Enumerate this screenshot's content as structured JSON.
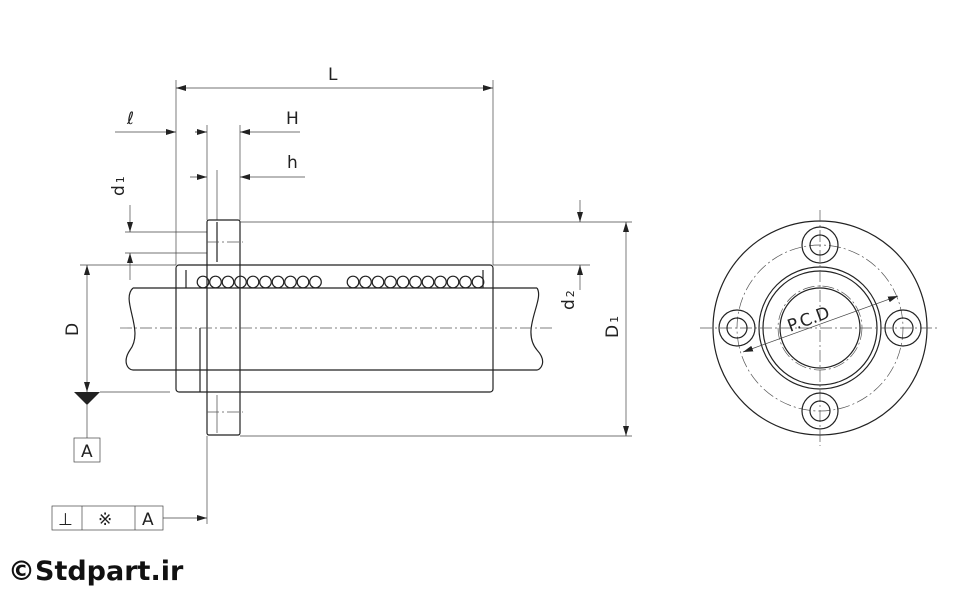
{
  "title": "Flanged linear ball bearing technical drawing",
  "dimensions": {
    "L": "L",
    "l": "ℓ",
    "H": "H",
    "h": "h",
    "d1": "d",
    "d1_sub": "1",
    "d2": "d",
    "d2_sub": "2",
    "D": "D",
    "D1": "D",
    "D1_sub": "1"
  },
  "datum": {
    "label": "A"
  },
  "tolerance_frame": {
    "symbol": "⊥",
    "tolerance": "※",
    "datum": "A"
  },
  "front_view": {
    "pcd_label": "P.C.D"
  },
  "watermark": "©Stdpart.ir"
}
